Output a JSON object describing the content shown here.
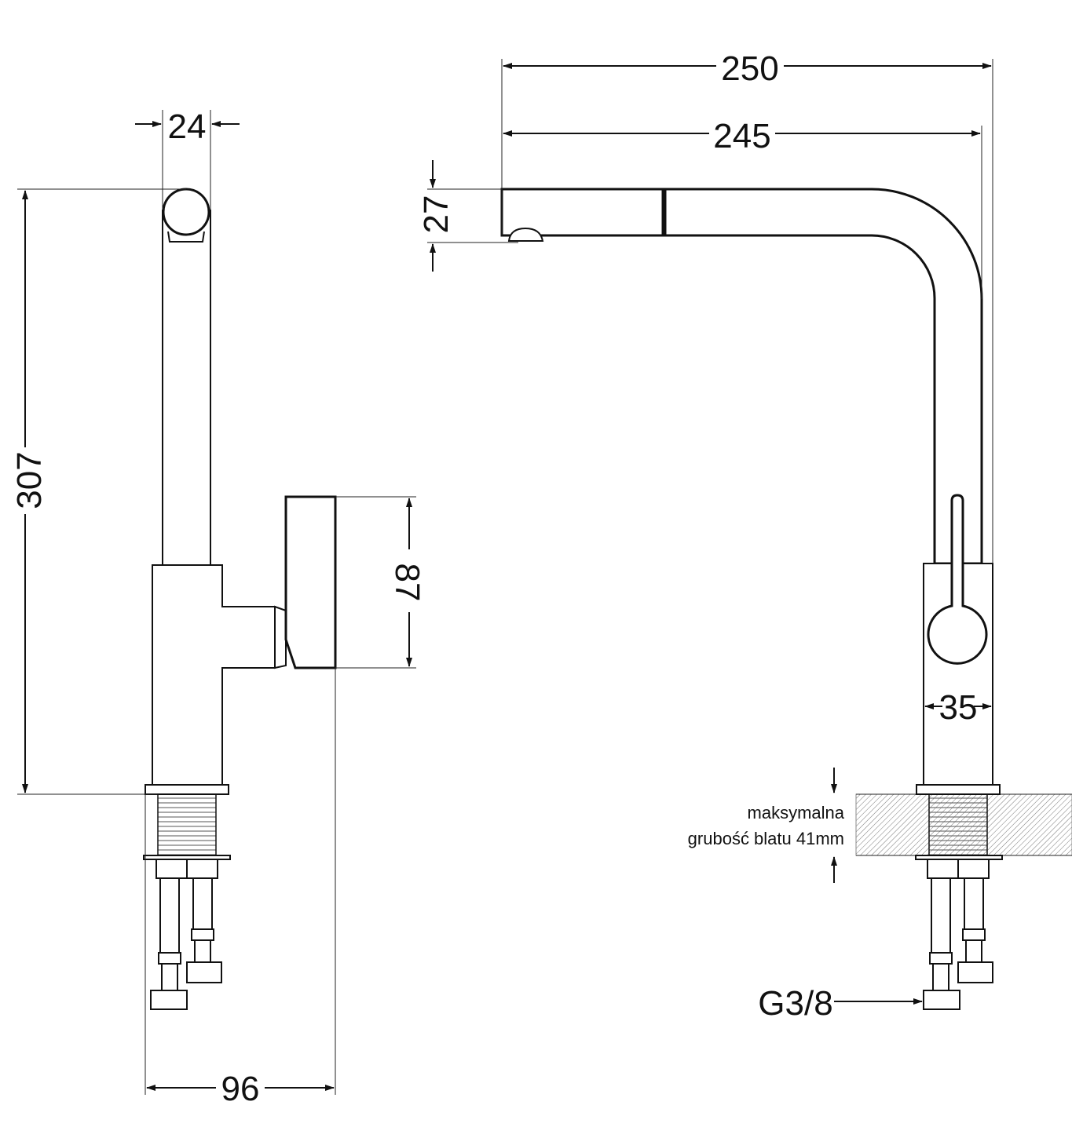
{
  "dimensions": {
    "reach_total": "250",
    "reach_spout": "245",
    "spout_height": "27",
    "handle_width": "24",
    "total_height": "307",
    "lever_height": "87",
    "base_diameter": "35",
    "footprint_width": "96"
  },
  "notes": {
    "countertop_line1": "maksymalna",
    "countertop_line2": "grubość blatu 41mm",
    "connection": "G3/8"
  }
}
